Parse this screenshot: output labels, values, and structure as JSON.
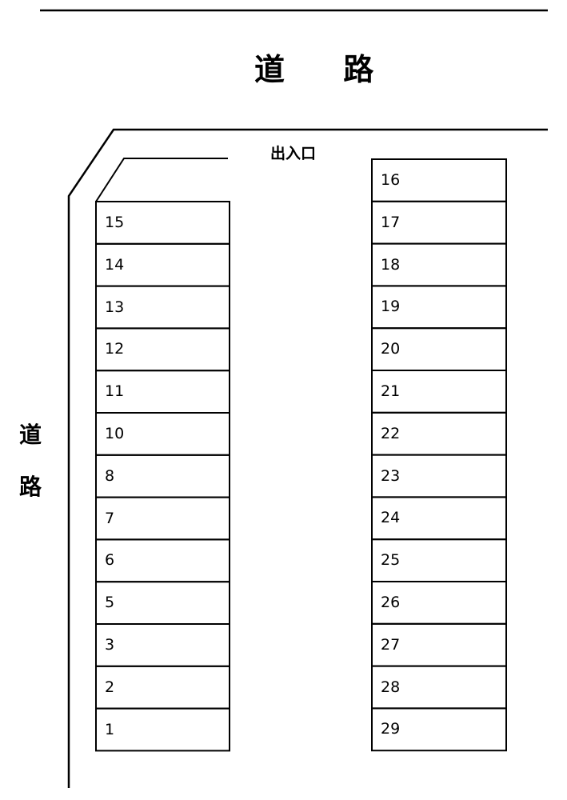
{
  "labels": {
    "road_top": "道 路",
    "road_left_1": "道",
    "road_left_2": "路",
    "entrance": "出入口"
  },
  "stalls": {
    "left": [
      "15",
      "14",
      "13",
      "12",
      "11",
      "10",
      "8",
      "7",
      "6",
      "5",
      "3",
      "2",
      "1"
    ],
    "right": [
      "16",
      "17",
      "18",
      "19",
      "20",
      "21",
      "22",
      "23",
      "24",
      "25",
      "26",
      "27",
      "28",
      "29"
    ]
  },
  "colors": {
    "line": "#000000",
    "background": "#ffffff"
  }
}
